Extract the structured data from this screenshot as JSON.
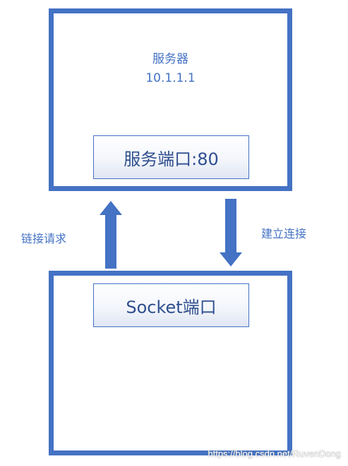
{
  "server": {
    "name": "服务器",
    "ip": "10.1.1.1",
    "port_label": "服务端口:80"
  },
  "client": {
    "port_label": "Socket端口"
  },
  "arrows": {
    "request_label": "链接请求",
    "establish_label": "建立连接"
  },
  "watermark": "https://blog.csdn.net/RuvenDong",
  "colors": {
    "frame": "#4472c4",
    "arrow": "#4472c4",
    "text": "#4472c4"
  }
}
